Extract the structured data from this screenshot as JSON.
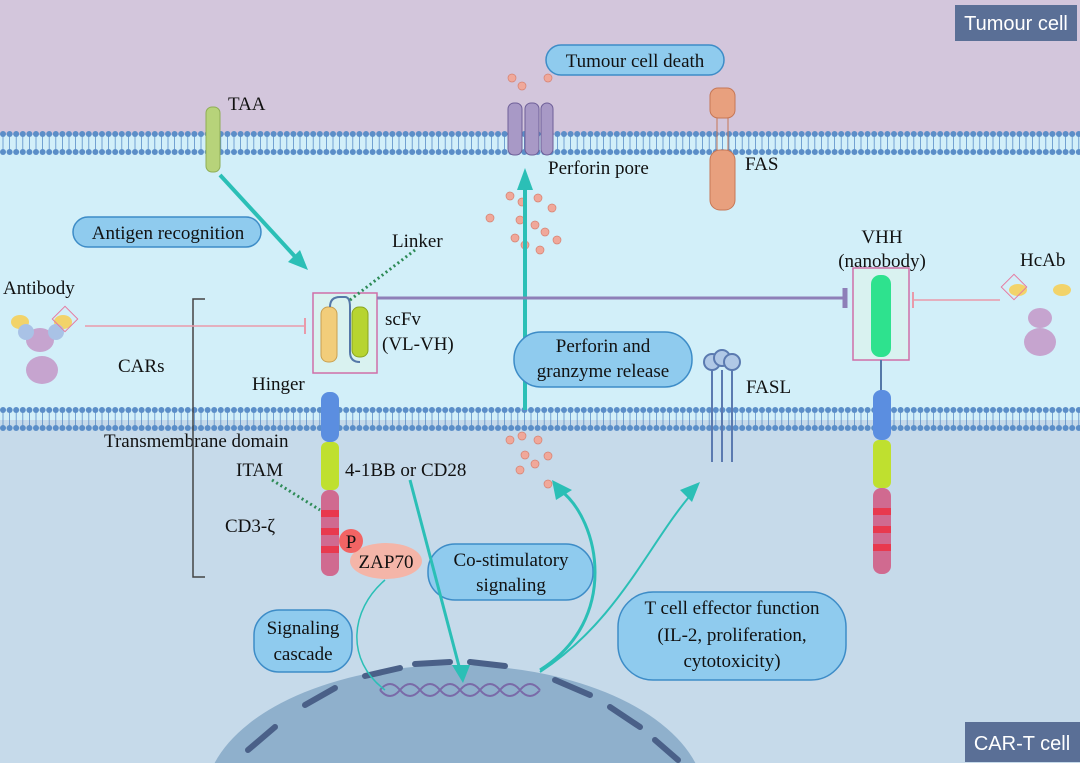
{
  "regions": {
    "tumour_cell": "Tumour cell",
    "car_t_cell": "CAR-T cell"
  },
  "labels": {
    "taa": "TAA",
    "tumour_cell_death": "Tumour cell death",
    "perforin_pore": "Perforin pore",
    "fas": "FAS",
    "antigen_recognition": "Antigen recognition",
    "linker": "Linker",
    "antibody": "Antibody",
    "scfv": "scFv",
    "vl_vh": "(VL-VH)",
    "cars": "CARs",
    "hinger": "Hinger",
    "transmembrane": "Transmembrane domain",
    "itam": "ITAM",
    "costim_domain": "4-1BB or CD28",
    "cd3z": "CD3-ζ",
    "p": "P",
    "zap70": "ZAP70",
    "perforin_release_1": "Perforin and",
    "perforin_release_2": "granzyme release",
    "fasl": "FASL",
    "vhh": "VHH",
    "nanobody": "(nanobody)",
    "hcab": "HcAb",
    "costim_1": "Co-stimulatory",
    "costim_2": "signaling",
    "signaling_1": "Signaling",
    "signaling_2": "cascade",
    "effector_1": "T cell effector function",
    "effector_2": "(IL-2, proliferation,",
    "effector_3": "cytotoxicity)"
  },
  "colors": {
    "tumour_bg": "#d3c6dc",
    "extracellular_bg": "#d2eff9",
    "tcell_bg": "#c6daea",
    "membrane": "#5b8ec8",
    "arrow": "#2bbfb6",
    "tag": "#5a6f96"
  }
}
